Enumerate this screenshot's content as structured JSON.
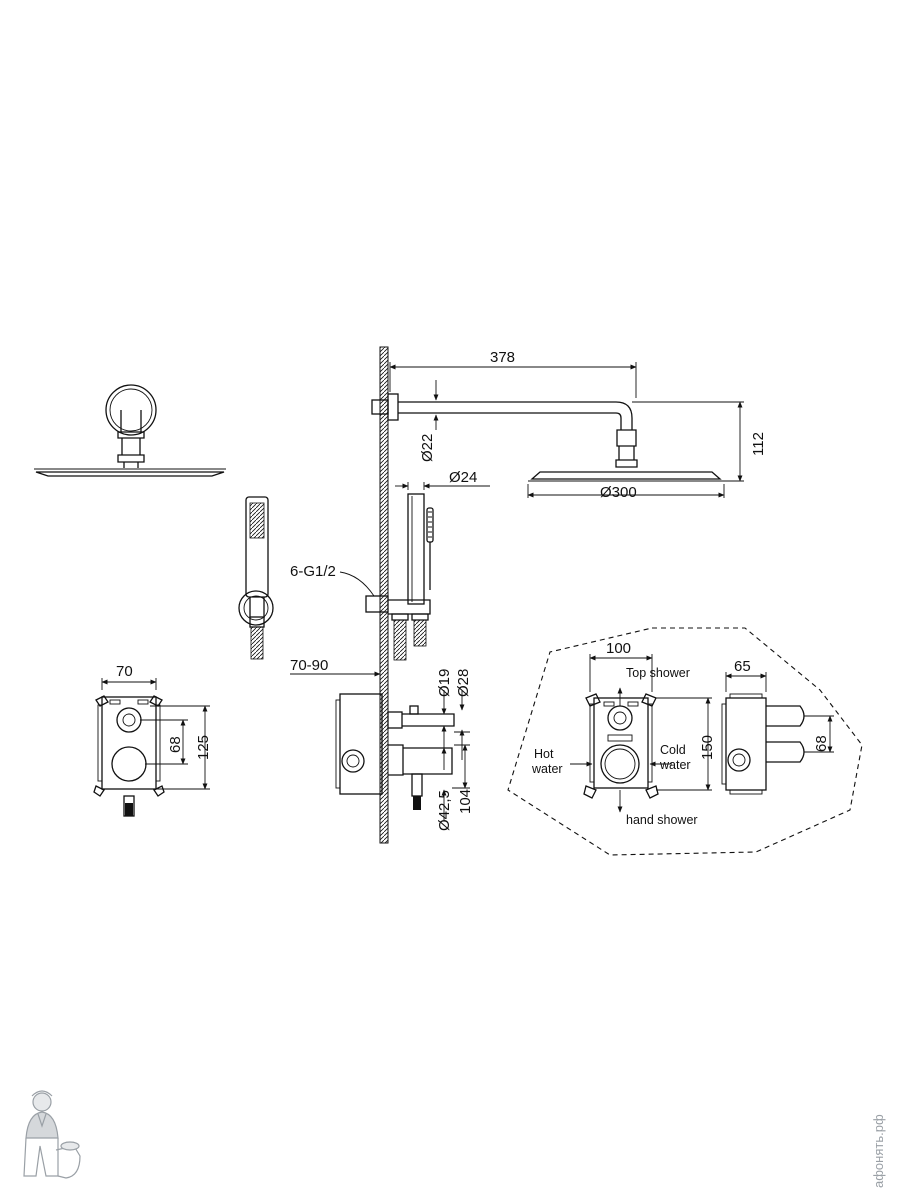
{
  "dimensions": {
    "arm_length": "378",
    "drop": "112",
    "arm_diameter": "Ø22",
    "rail_diameter": "Ø24",
    "head_diameter": "Ø300",
    "connection": "6-G1/2",
    "box_width": "70",
    "box_height": "125",
    "box_spacing": "68",
    "wall_depth": "70-90",
    "spout_d19": "Ø19",
    "spout_d28": "Ø28",
    "escutcheon_d": "Ø42,5",
    "escutcheon_h": "104",
    "valve_width": "100",
    "valve_height": "150",
    "side_width": "65",
    "side_spacing": "68"
  },
  "labels": {
    "top_shower": "Top shower",
    "hot_line1": "Hot",
    "hot_line2": "water",
    "cold_line1": "Cold",
    "cold_line2": "water",
    "hand_shower": "hand shower"
  },
  "watermark": "афонять.рф"
}
